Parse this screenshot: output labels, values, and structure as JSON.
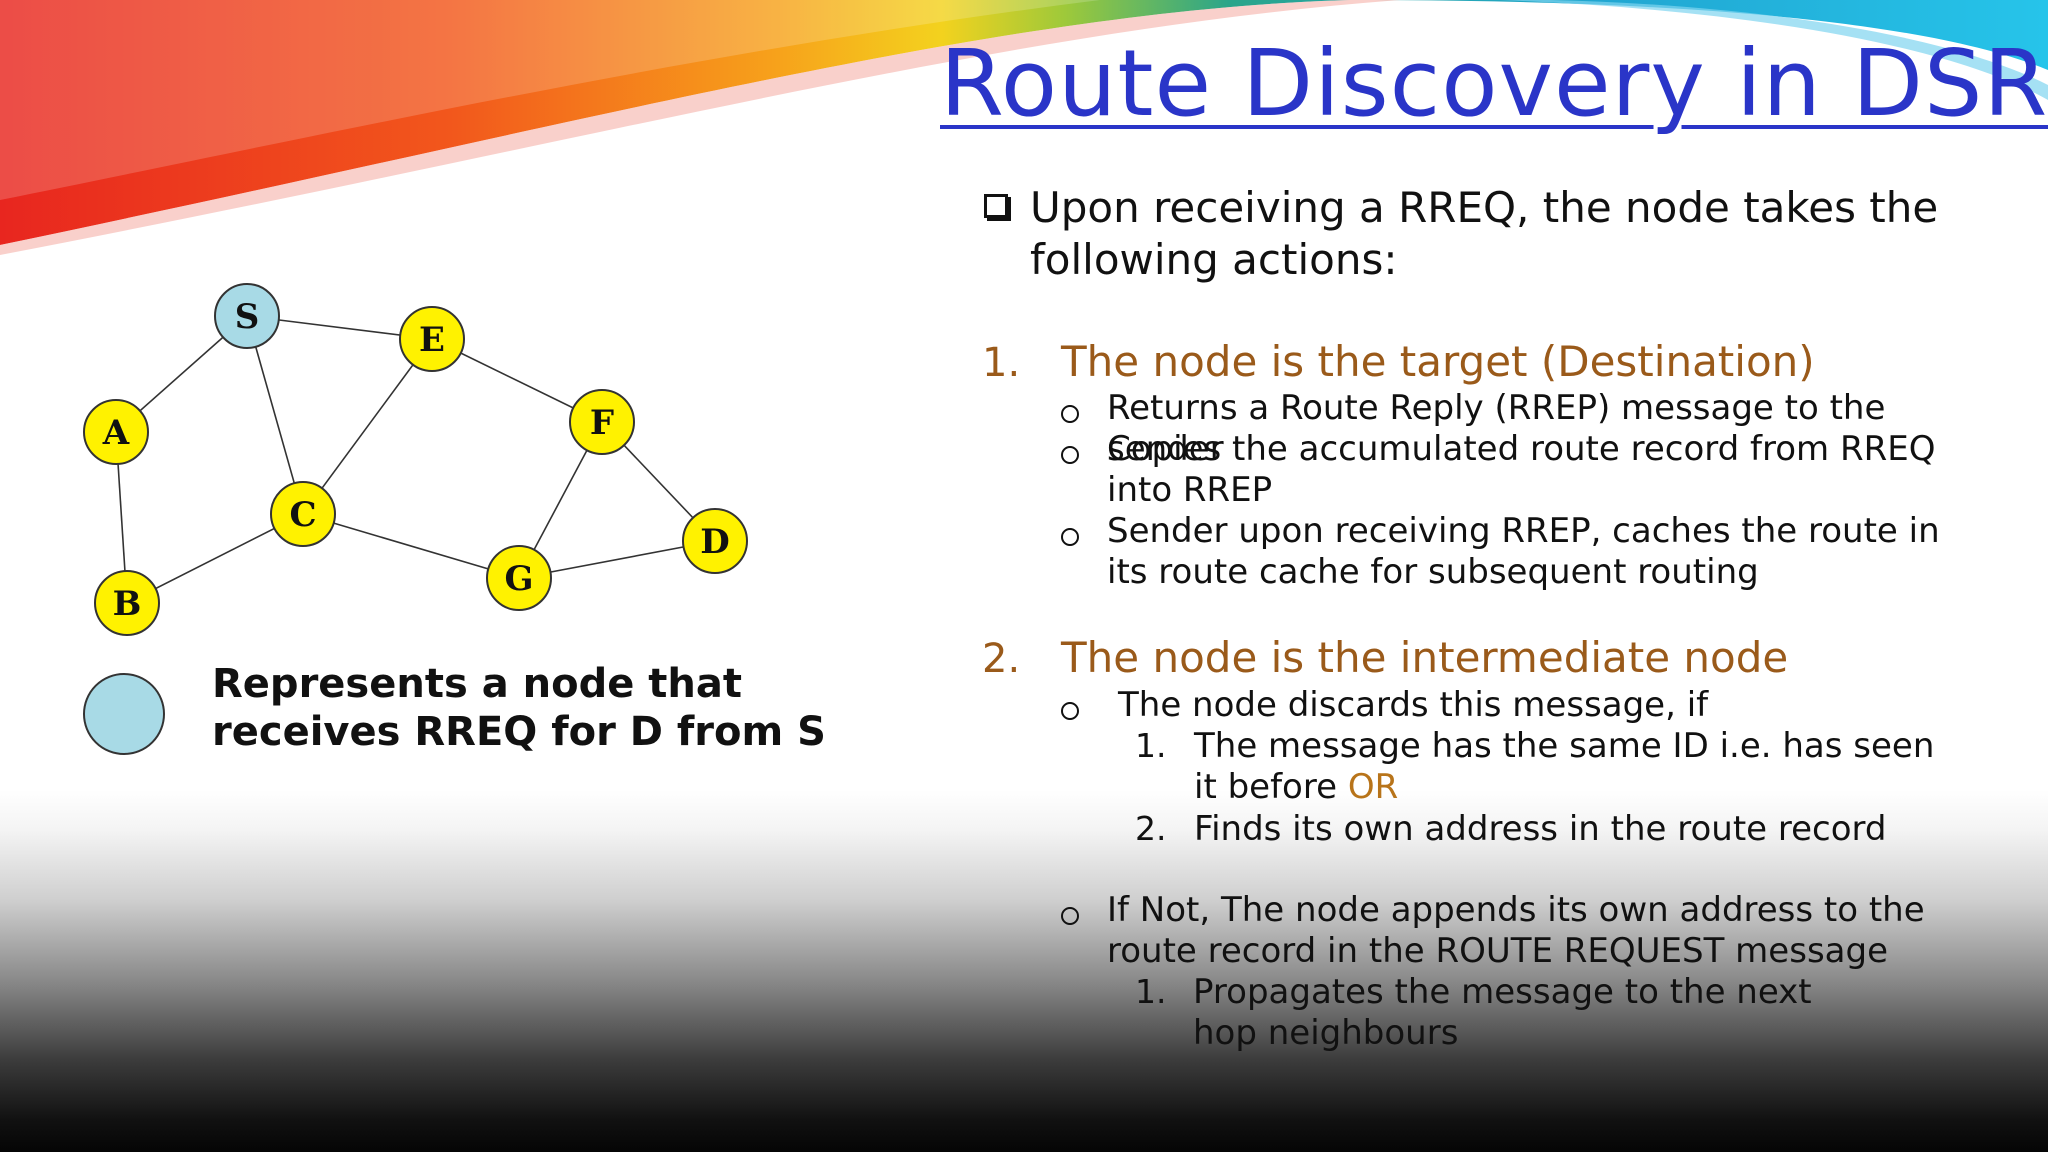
{
  "slide": {
    "title": "Route Discovery in DSR",
    "intro": "Upon receiving a RREQ, the node takes the following actions:",
    "sections": [
      {
        "number": "1.",
        "heading": "The node is the target (Destination)",
        "points": [
          "Returns a Route Reply (RREP) message to the sender",
          "Copies the accumulated route record from RREQ into RREP",
          "Sender upon receiving RREP, caches the route in its route cache for subsequent routing"
        ]
      },
      {
        "number": "2.",
        "heading": "The node is the intermediate node",
        "point1": "The node discards this message, if",
        "sub1_num": "1.",
        "sub1_text": "The message has the same ID i.e. has seen it before",
        "sub1_or": "OR",
        "sub2_num": "2.",
        "sub2_text": "Finds its own address in the route record",
        "point2": "If Not, The node appends its own address to the route record in the ROUTE REQUEST message",
        "sub3_num": "1.",
        "sub3_text": "Propagates the message to the next hop neighbours"
      }
    ]
  },
  "graph": {
    "nodes": [
      {
        "id": "S",
        "state": "received"
      },
      {
        "id": "E",
        "state": "default"
      },
      {
        "id": "A",
        "state": "default"
      },
      {
        "id": "F",
        "state": "default"
      },
      {
        "id": "C",
        "state": "default"
      },
      {
        "id": "D",
        "state": "default"
      },
      {
        "id": "B",
        "state": "default"
      },
      {
        "id": "G",
        "state": "default"
      }
    ],
    "edges": [
      [
        "S",
        "E"
      ],
      [
        "S",
        "A"
      ],
      [
        "S",
        "C"
      ],
      [
        "E",
        "C"
      ],
      [
        "E",
        "F"
      ],
      [
        "A",
        "B"
      ],
      [
        "B",
        "C"
      ],
      [
        "C",
        "G"
      ],
      [
        "F",
        "G"
      ],
      [
        "F",
        "D"
      ],
      [
        "G",
        "D"
      ]
    ],
    "colors": {
      "received": "#a8dae6",
      "default": "#fff200",
      "stroke": "#333333"
    }
  },
  "legend": {
    "text": "Represents a node that receives RREQ for  D from S",
    "color": "#a8dae6"
  }
}
